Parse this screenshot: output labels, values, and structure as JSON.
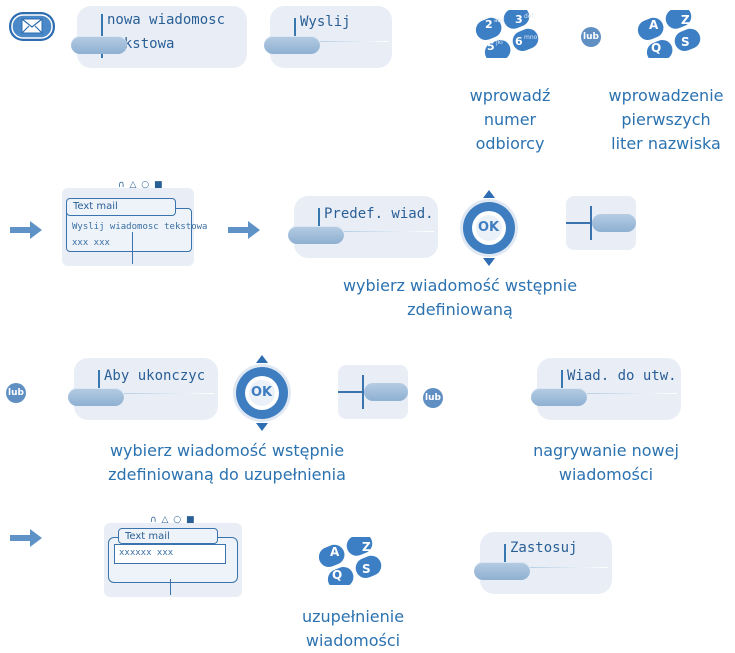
{
  "row1": {
    "key1": {
      "line1": "nowa wiadomosc",
      "line2": "tekstowa"
    },
    "key2": {
      "label": "Wyslij"
    },
    "numpad_keys": [
      "2",
      "3",
      "5",
      "6"
    ],
    "numpad_letters": [
      "abc",
      "def",
      "jkl",
      "mno"
    ],
    "or_label": "lub",
    "letter_keys": [
      "A",
      "Z",
      "Q",
      "S"
    ],
    "caption_number": [
      "wprowadź",
      "numer",
      "odbiorcy"
    ],
    "caption_letters": [
      "wprowadzenie",
      "pierwszych",
      "liter nazwiska"
    ]
  },
  "row2": {
    "screen": {
      "tab": "Text mail",
      "line1": "Wyslij wiadomosc tekstowa",
      "line2": "xxx xxx"
    },
    "key": {
      "label": "Predef. wiad."
    },
    "ok": "OK",
    "caption": [
      "wybierz wiadomość wstępnie",
      "zdefiniowaną"
    ]
  },
  "row3": {
    "or1": "lub",
    "key1": {
      "label": "Aby ukonczyc"
    },
    "ok": "OK",
    "or2": "lub",
    "key2": {
      "label": "Wiad. do utw."
    },
    "caption1": [
      "wybierz wiadomość wstępnie",
      "zdefiniowaną do uzupełnienia"
    ],
    "caption2": [
      "nagrywanie nowej",
      "wiadomości"
    ]
  },
  "row4": {
    "screen": {
      "tab": "Text mail",
      "field": "xxxxxx xxx"
    },
    "letter_keys": [
      "A",
      "Z",
      "Q",
      "S"
    ],
    "key": {
      "label": "Zastosuj"
    },
    "caption": [
      "uzupełnienie",
      "wiadomości"
    ]
  },
  "colors": {
    "accent": "#2b72b0",
    "card": "#e9eef6",
    "key": "#3d7fc4"
  }
}
